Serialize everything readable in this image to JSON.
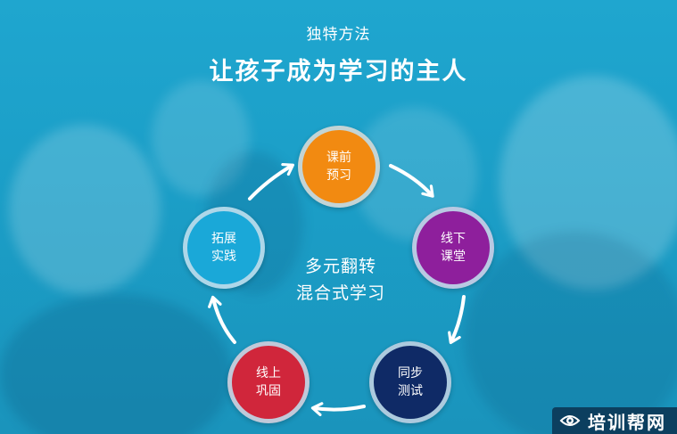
{
  "header": {
    "subtitle": "独特方法",
    "title": "让孩子成为学习的主人"
  },
  "cycle": {
    "center_line1": "多元翻转",
    "center_line2": "混合式学习",
    "nodes": [
      {
        "id": "preview",
        "line1": "课前",
        "line2": "预习",
        "color": "#f28a11"
      },
      {
        "id": "offline",
        "line1": "线下",
        "line2": "课堂",
        "color": "#8e1f9c"
      },
      {
        "id": "test",
        "line1": "同步",
        "line2": "测试",
        "color": "#0f2a66"
      },
      {
        "id": "online",
        "line1": "线上",
        "line2": "巩固",
        "color": "#d0263b"
      },
      {
        "id": "practice",
        "line1": "拓展",
        "line2": "实践",
        "color": "#1aa8d8"
      }
    ]
  },
  "watermark": {
    "text": "培训帮网",
    "icon": "eye-logo-icon"
  }
}
